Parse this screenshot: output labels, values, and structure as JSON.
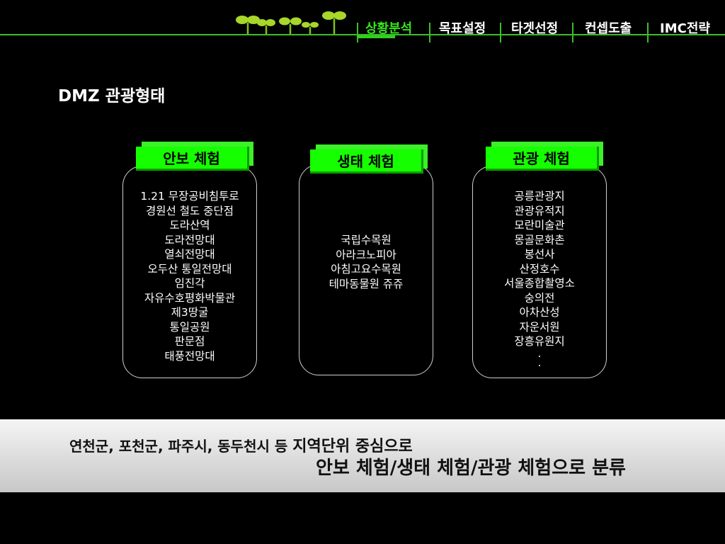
{
  "nav": {
    "items": [
      {
        "label": "상황분석",
        "active": true
      },
      {
        "label": "목표설정",
        "active": false
      },
      {
        "label": "타겟선정",
        "active": false
      },
      {
        "label": "컨셉도출",
        "active": false
      },
      {
        "label": "IMC전략",
        "active": false
      }
    ]
  },
  "page": {
    "title": "DMZ 관광형태"
  },
  "cards": [
    {
      "title": "안보 체험",
      "items": [
        "1.21 무장공비침투로",
        "경원선 철도 중단점",
        "도라산역",
        "도라전망대",
        "열쇠전망대",
        "오두산 통일전망대",
        "임진각",
        "자유수호평화박물관",
        "제3땅굴",
        "통일공원",
        "판문점",
        "태풍전망대"
      ]
    },
    {
      "title": "생태 체험",
      "items": [
        "국립수목원",
        "아라크노피아",
        "아침고요수목원",
        "테마동물원 쥬쥬"
      ]
    },
    {
      "title": "관광 체험",
      "items": [
        "공릉관광지",
        "관광유적지",
        "모란미술관",
        "몽골문화촌",
        "봉선사",
        "산정호수",
        "서울종합촬영소",
        "숭의전",
        "아차산성",
        "자운서원",
        "장흥유원지",
        ".",
        "."
      ]
    }
  ],
  "summary": {
    "line1_prefix": "연천군, 포천군, 파주시, 동두천시 등 ",
    "line1_emphasis": "지역단위 중심으로",
    "line2": "안보 체험/생태 체험/관광 체험으로 분류"
  },
  "colors": {
    "accent": "#15ff00",
    "line": "#3bbf2a",
    "active_nav": "#34e61c"
  }
}
